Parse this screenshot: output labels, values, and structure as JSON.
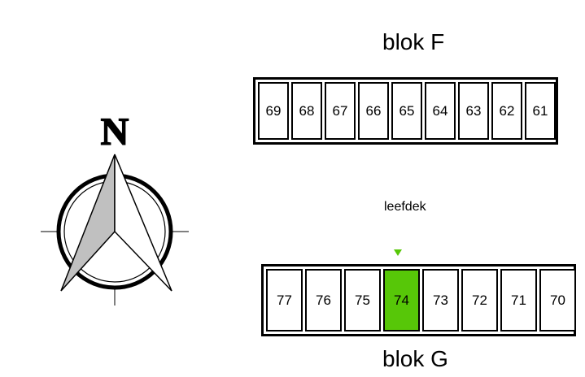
{
  "blocks": {
    "f": {
      "title": "blok F",
      "plots": [
        "69",
        "68",
        "67",
        "66",
        "65",
        "64",
        "63",
        "62",
        "61"
      ]
    },
    "g": {
      "title": "blok G",
      "plots": [
        "77",
        "76",
        "75",
        "74",
        "73",
        "72",
        "71",
        "70"
      ],
      "highlighted_plot": "74"
    }
  },
  "annotation": {
    "label": "leefdek"
  },
  "compass": {
    "north_letter": "N"
  },
  "colors": {
    "highlight": "#57c708",
    "compass_fill": "#c0c0c0",
    "line": "#000000"
  }
}
